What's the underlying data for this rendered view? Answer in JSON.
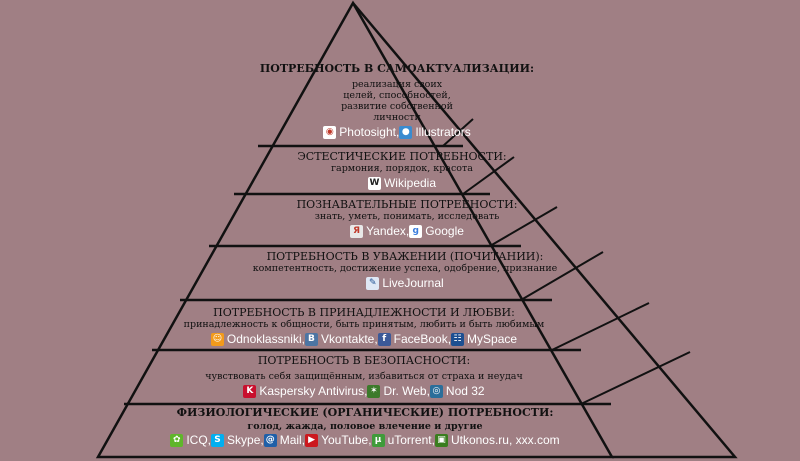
{
  "tiers": [
    {
      "title": "ПОТРЕБНОСТЬ В САМОАКТУАЛИЗАЦИИ:",
      "desc_lines": [
        "реализация своих",
        "целей, способностей,",
        "развитие собственной",
        "личности"
      ],
      "sites": [
        {
          "name": "Photosight",
          "icon": "photosight-icon",
          "color": "#ffffff"
        },
        {
          "name": "Illustrators",
          "icon": "illustrators-icon",
          "color": "#3a8bd0"
        }
      ]
    },
    {
      "title": "ЭСТЕСТИЧЕСКИЕ ПОТРЕБНОСТИ:",
      "desc": "гармония, порядок, красота",
      "sites": [
        {
          "name": "Wikipedia",
          "icon": "wikipedia-icon",
          "color": "#ffffff"
        }
      ]
    },
    {
      "title": "ПОЗНАВАТЕЛЬНЫЕ ПОТРЕБНОСТИ:",
      "desc": "знать, уметь, понимать, исследовать",
      "sites": [
        {
          "name": "Yandex",
          "icon": "yandex-icon",
          "color": "#e8e8e8"
        },
        {
          "name": "Google",
          "icon": "google-icon",
          "color": "#ffffff"
        }
      ]
    },
    {
      "title": "ПОТРЕБНОСТЬ В УВАЖЕНИИ (ПОЧИТАНИИ):",
      "desc": "компетентность, достижение успеха, одобрение, признание",
      "sites": [
        {
          "name": "LiveJournal",
          "icon": "livejournal-icon",
          "color": "#dfe8f5"
        }
      ]
    },
    {
      "title": "ПОТРЕБНОСТЬ В ПРИНАДЛЕЖНОСТИ И ЛЮБВИ:",
      "desc": "принадлежность к общности, быть принятым, любить и быть любимым",
      "sites": [
        {
          "name": "Odnoklassniki",
          "icon": "odnoklassniki-icon",
          "color": "#f29a1b"
        },
        {
          "name": "Vkontakte",
          "icon": "vkontakte-icon",
          "color": "#4c75a3"
        },
        {
          "name": "FaceBook",
          "icon": "facebook-icon",
          "color": "#3b5998"
        },
        {
          "name": "MySpace",
          "icon": "myspace-icon",
          "color": "#1d4f91"
        }
      ]
    },
    {
      "title": "ПОТРЕБНОСТЬ В БЕЗОПАСНОСТИ:",
      "desc": "чувствовать себя защищённым, избавиться от страха и неудач",
      "sites": [
        {
          "name": "Kaspersky Antivirus",
          "icon": "kaspersky-icon",
          "color": "#c8102e"
        },
        {
          "name": "Dr. Web",
          "icon": "drweb-icon",
          "color": "#3c7a2b"
        },
        {
          "name": "Nod 32",
          "icon": "nod32-icon",
          "color": "#2a6e9a"
        }
      ]
    },
    {
      "title": "ФИЗИОЛОГИЧЕСКИЕ (ОРГАНИЧЕСКИЕ) ПОТРЕБНОСТИ:",
      "desc": "голод, жажда, половое влечение и другие",
      "sites": [
        {
          "name": "ICQ",
          "icon": "icq-icon",
          "color": "#5fb62a"
        },
        {
          "name": "Skype",
          "icon": "skype-icon",
          "color": "#00aff0"
        },
        {
          "name": "Mail",
          "icon": "mail-icon",
          "color": "#1f5fa8"
        },
        {
          "name": "YouTube",
          "icon": "youtube-icon",
          "color": "#cc181e"
        },
        {
          "name": "uTorrent",
          "icon": "utorrent-icon",
          "color": "#3f9b3a"
        },
        {
          "name": "Utkonos.ru, xxx.com",
          "icon": "utkonos-icon",
          "color": "#3a7d1f"
        }
      ]
    }
  ],
  "colors": {
    "background": "#a07f84",
    "line": "#111111"
  }
}
